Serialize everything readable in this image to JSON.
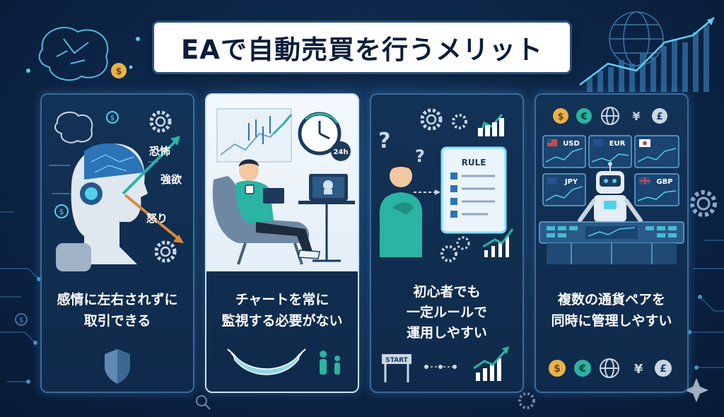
{
  "title": "EAで自動売買を行うメリット",
  "cards": [
    {
      "caption_lines": [
        "感情に左右されずに",
        "取引できる"
      ],
      "emotions": [
        "恐怖",
        "強欲",
        "怒り"
      ]
    },
    {
      "caption_lines": [
        "チャートを常に",
        "監視する必要がない"
      ],
      "clock_label": "24h"
    },
    {
      "caption_lines": [
        "初心者でも",
        "一定ルールで",
        "運用しやすい"
      ],
      "rule_label": "RULE",
      "start_label": "START"
    },
    {
      "caption_lines": [
        "複数の通貨ペアを",
        "同時に管理しやすい"
      ],
      "currency_panels": [
        "USD",
        "EUR",
        "JPY",
        "GBP"
      ],
      "bottom_symbols": [
        "$",
        "€",
        "¥",
        "£"
      ]
    }
  ],
  "colors": {
    "background": "#0d2547",
    "accent": "#4fd2e8",
    "card_border": "#3b6a9c",
    "gold": "#e8b34a",
    "teal": "#2bb3a3",
    "orange": "#d98a3c"
  }
}
